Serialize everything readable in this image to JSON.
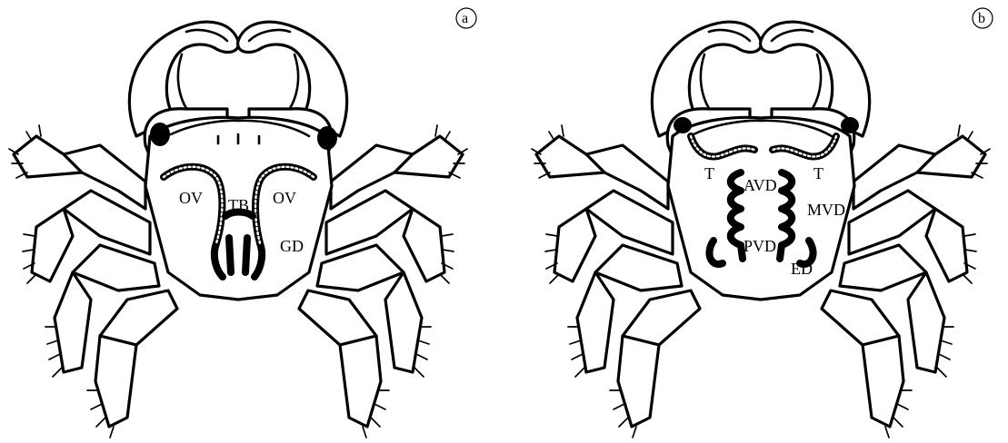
{
  "panels": [
    {
      "id": "a",
      "labels": {
        "OV_left": "OV",
        "TB": "TB",
        "OV_right": "OV",
        "GD": "GD"
      }
    },
    {
      "id": "b",
      "labels": {
        "T_left": "T",
        "AVD": "AVD",
        "T_right": "T",
        "MVD": "MVD",
        "PVD": "PVD",
        "ED": "ED"
      }
    }
  ]
}
